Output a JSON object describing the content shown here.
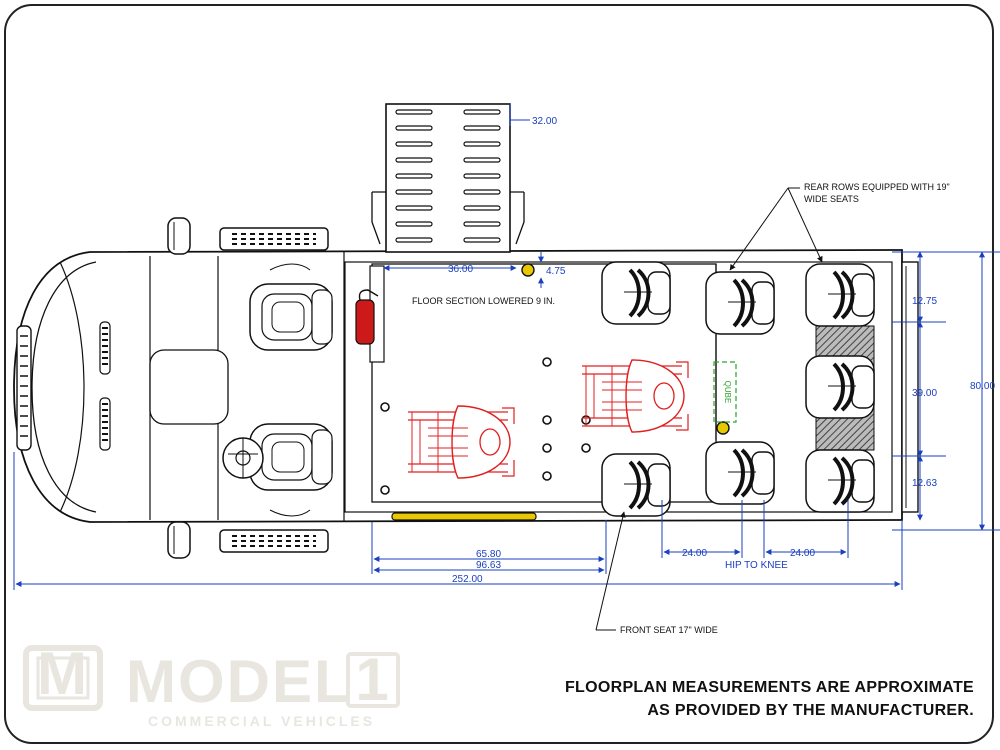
{
  "dimensions": {
    "ramp_width": "32.00",
    "cabin_floor_length": "36.00",
    "post_offset": "4.75",
    "rear_seat_top": "12.75",
    "rear_seat_middle": "39.00",
    "rear_seat_bottom": "12.63",
    "overall_width": "80.00",
    "to_front_seat": "65.80",
    "to_second_row": "96.63",
    "seat_pitch_a": "24.00",
    "seat_pitch_b": "24.00",
    "overall_length": "252.00"
  },
  "labels": {
    "floor_section": "FLOOR SECTION LOWERED 9 IN.",
    "rear_rows_line1": "REAR ROWS EQUIPPED WITH 19\"",
    "rear_rows_line2": "WIDE SEATS",
    "front_seat": "FRONT SEAT 17\" WIDE",
    "hip_to_knee": "HIP TO KNEE",
    "qube": "QUBE"
  },
  "disclaimer": {
    "line1": "FLOORPLAN MEASUREMENTS ARE APPROXIMATE",
    "line2": "AS PROVIDED BY THE MANUFACTURER."
  },
  "logo": {
    "mark": "M",
    "word": "MODEL",
    "number": "1",
    "tagline": "COMMERCIAL VEHICLES"
  },
  "colors": {
    "dimension": "#1a3fbf",
    "outline": "#111111",
    "wheelchair": "#e02020",
    "extinguisher": "#cc1a1a",
    "grab_bar": "#e8c800",
    "qube": "#2aa52a",
    "logo": "#e8e6df"
  }
}
